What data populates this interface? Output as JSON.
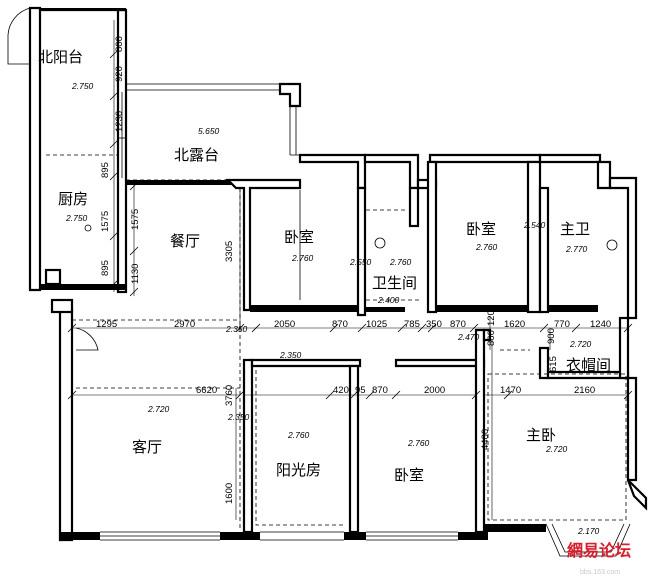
{
  "rooms": {
    "north_balcony": "北阳台",
    "north_terrace": "北露台",
    "kitchen": "厨房",
    "dining": "餐厅",
    "bedroom_1": "卧室",
    "bedroom_2": "卧室",
    "bedroom_3": "卧室",
    "bathroom": "卫生间",
    "master_bath": "主卫",
    "cloakroom": "衣帽间",
    "living": "客厅",
    "sunroom": "阳光房",
    "master_bedroom": "主卧"
  },
  "levels": {
    "north_balcony": "2.750",
    "north_terrace": "5.650",
    "kitchen": "2.750",
    "bedroom_1": "2.760",
    "bathroom_a": "2.550",
    "bathroom_b": "2.760",
    "bathroom_c": "2.400",
    "bedroom_2": "2.760",
    "master_bath_a": "2.540",
    "master_bath_b": "2.770",
    "corridor_a": "2.350",
    "corridor_b": "2.470",
    "cloak": "2.720",
    "sun_top": "2.350",
    "living": "2.720",
    "living_side": "2.350",
    "sunroom": "2.760",
    "bedroom_3": "2.760",
    "master_bedroom": "2.720",
    "bay": "2.170"
  },
  "dims": {
    "left_800": "800",
    "left_920": "920",
    "left_1230": "1230",
    "left_895a": "895",
    "left_1575": "1575",
    "left_895b": "895",
    "dining_1575": "1575",
    "dining_1130": "1130",
    "dining_3305": "3305",
    "row_1295": "1295",
    "row_2970": "2970",
    "row_2050": "2050",
    "row_870a": "870",
    "row_1025": "1025",
    "row_785": "785",
    "row_350": "350",
    "row_870b": "870",
    "row_1620": "1620",
    "row_770": "770",
    "row_1240": "1240",
    "v_860": "860",
    "v_120": "120",
    "v_900": "900",
    "v_615": "615",
    "living_6620": "6620",
    "living_3760": "3760",
    "living_1600": "1600",
    "mid_420": "420",
    "mid_95": "95",
    "mid_870": "870",
    "mid_2000": "2000",
    "master_1470": "1470",
    "master_2160": "2160",
    "master_4400": "4400"
  },
  "watermark": {
    "text": "網易论坛",
    "sub": "bbs.163.com"
  }
}
